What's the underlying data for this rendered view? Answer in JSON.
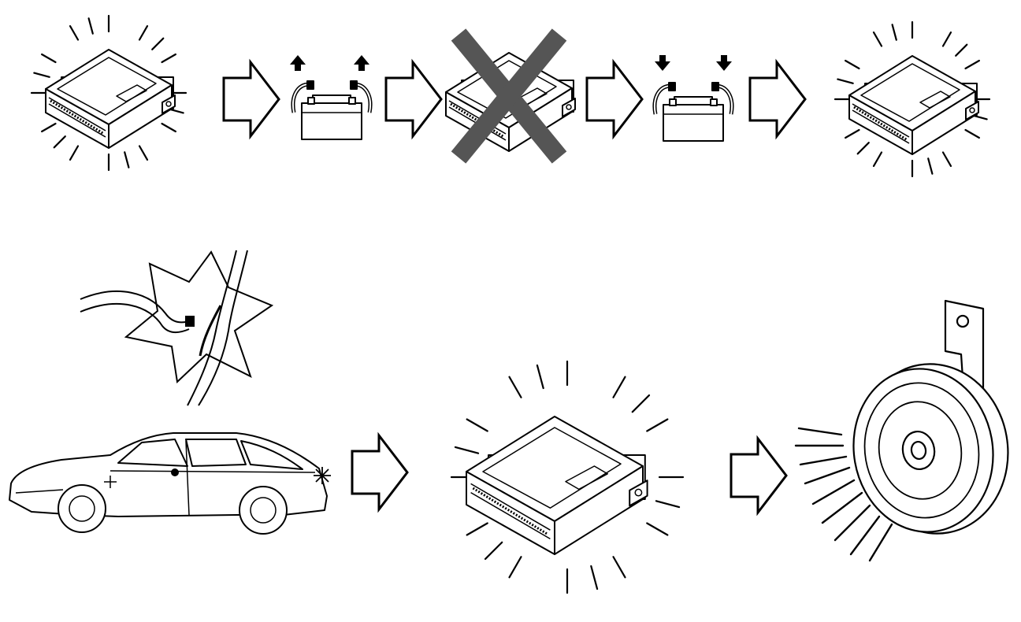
{
  "page": {
    "background": "#ffffff",
    "ink": "#000000",
    "cross_color": "#555555"
  },
  "icons": {
    "ecu": "control-module-icon",
    "battery": "battery-icon",
    "arrow": "flow-arrow-icon",
    "cross": "cross-out-icon",
    "car": "car-icon",
    "wire": "broken-wire-icon",
    "horn": "horn-icon"
  },
  "sequences": [
    {
      "name": "battery-disconnect-sequence",
      "steps": [
        "ecu-active",
        "battery-disconnected",
        "ecu-inactive",
        "battery-reconnected",
        "ecu-active"
      ]
    },
    {
      "name": "alarm-trigger-sequence",
      "steps": [
        "wire-cut-on-car",
        "ecu-active",
        "horn-sounding"
      ]
    }
  ]
}
